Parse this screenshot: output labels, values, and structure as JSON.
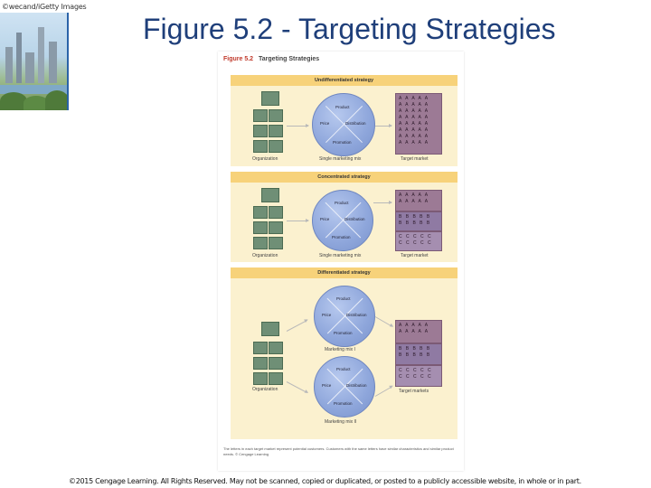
{
  "photo_credit": "©wecand/iGetty Images",
  "slide_title": "Figure 5.2 - Targeting Strategies",
  "figure": {
    "number": "Figure 5.2",
    "title": "Targeting Strategies",
    "panels": [
      {
        "band": "Undifferentiated strategy",
        "mix_labels": {
          "top": "Product",
          "left": "Price",
          "right": "Distribution",
          "bottom": "Promotion"
        },
        "captions": {
          "org": "Organization",
          "mix": "Single marketing mix",
          "market": "Target market"
        },
        "market_rows": [
          "A A A A A",
          "A A A A A",
          "A A A A A",
          "A A A A A",
          "A A A A A",
          "A A A A A",
          "A A A A A",
          "A A A A A"
        ]
      },
      {
        "band": "Concentrated strategy",
        "mix_labels": {
          "top": "Product",
          "left": "Price",
          "right": "Distribution",
          "bottom": "Promotion"
        },
        "captions": {
          "org": "Organization",
          "mix": "Single marketing mix",
          "market": "Target market"
        },
        "market_rows": [
          "A A A A A",
          "A A A A A",
          "B B B B B",
          "B B B B B",
          "C C C C C",
          "C C C C C"
        ]
      },
      {
        "band": "Differentiated strategy",
        "mix1_labels": {
          "top": "Product",
          "left": "Price",
          "right": "Distribution",
          "bottom": "Promotion"
        },
        "mix2_labels": {
          "top": "Product",
          "left": "Price",
          "right": "Distribution",
          "bottom": "Promotion"
        },
        "captions": {
          "org": "Organization",
          "mix1": "Marketing mix I",
          "mix2": "Marketing mix II",
          "market": "Target markets"
        },
        "market_rows": [
          "A A A A A",
          "A A A A A",
          "B B B B B",
          "B B B B B",
          "C C C C C",
          "C C C C C"
        ]
      }
    ],
    "footnote": "The letters in each target market represent potential customers. Customers with the same letters have similar characteristics and similar product needs. © Cengage Learning"
  },
  "copyright": "©2015 Cengage Learning. All Rights Reserved. May not be scanned, copied or duplicated, or posted to a publicly accessible website, in whole or in part.",
  "colors": {
    "title": "#1f3f7a",
    "band": "#f7d27a",
    "panel": "#fbf1cf",
    "circle": "#8ea6db",
    "org": "#6f8f76",
    "market": "#9c7a95"
  }
}
